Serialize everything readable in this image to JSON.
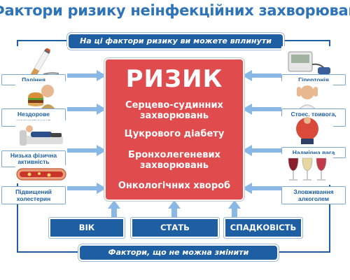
{
  "title": "Фактори ризику неінфекційних захворювань",
  "modifiable_banner": "На ці фактори ризику ви можете вплинути",
  "nonmodifiable_banner": "Фактори, що не можна змінити",
  "risk": {
    "title": "РИЗИК",
    "items": [
      "Серцево-судинних захворювань",
      "Цукрового діабету",
      "Бронхолегеневих захворювань",
      "Онкологічних хвороб"
    ]
  },
  "left_factors": [
    {
      "label": "Паління",
      "icon": "cigarette-icon"
    },
    {
      "label": "Нездорове харчування",
      "icon": "burger-eating-icon"
    },
    {
      "label": "Низька фізична активність",
      "icon": "sofa-person-icon"
    },
    {
      "label": "Підвищений холестерин",
      "icon": "cholesterol-vessel-icon"
    }
  ],
  "right_factors": [
    {
      "label": "Гіпертонія",
      "icon": "blood-pressure-monitor-icon"
    },
    {
      "label": "Стрес, тривога, депресія",
      "icon": "stressed-person-icon"
    },
    {
      "label": "Надмірна вага",
      "icon": "overweight-person-icon"
    },
    {
      "label": "Зловживання алкоголем",
      "icon": "wine-glasses-icon"
    }
  ],
  "nonmodifiable": [
    "ВІК",
    "СТАТЬ",
    "СПАДКОВІСТЬ"
  ],
  "colors": {
    "accent_blue": "#1e5fa3",
    "title_blue": "#2f73b8",
    "risk_red": "#e04b4d",
    "arrow_blue": "#8ab8e6"
  }
}
